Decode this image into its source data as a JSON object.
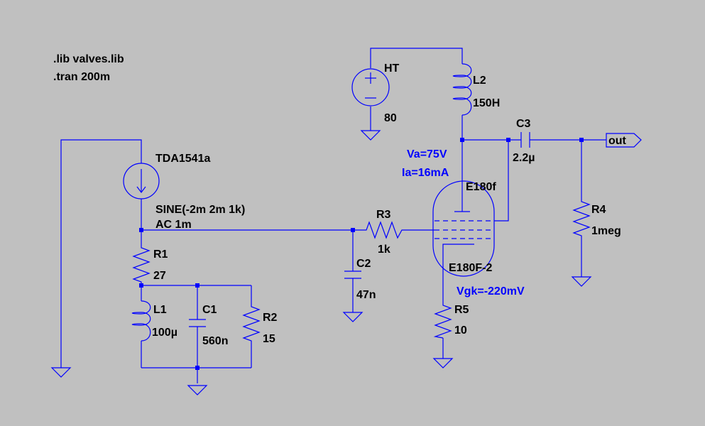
{
  "directives": [
    ".lib valves.lib",
    ".tran 200m"
  ],
  "components": {
    "ht": {
      "name": "HT",
      "value": "80"
    },
    "l2": {
      "name": "L2",
      "value": "150H"
    },
    "c3": {
      "name": "C3",
      "value": "2.2µ"
    },
    "out": {
      "label": "out"
    },
    "source": {
      "name": "TDA1541a",
      "value1": "SINE(-2m 2m 1k)",
      "value2": "AC 1m"
    },
    "r3": {
      "name": "R3",
      "value": "1k"
    },
    "c2": {
      "name": "C2",
      "value": "47n"
    },
    "r1": {
      "name": "R1",
      "value": "27"
    },
    "l1": {
      "name": "L1",
      "value": "100µ"
    },
    "c1": {
      "name": "C1",
      "value": "560n"
    },
    "r2": {
      "name": "R2",
      "value": "15"
    },
    "tube": {
      "name": "E180f",
      "model": "E180F-2"
    },
    "r5": {
      "name": "R5",
      "value": "10"
    },
    "r4": {
      "name": "R4",
      "value": "1meg"
    }
  },
  "annotations": {
    "va": "Va=75V",
    "ia": "Ia=16mA",
    "vgk": "Vgk=-220mV"
  },
  "colors": {
    "background": "#c0c0c0",
    "wire": "#0000ff",
    "label": "#000000",
    "annotation": "#0000ff"
  }
}
